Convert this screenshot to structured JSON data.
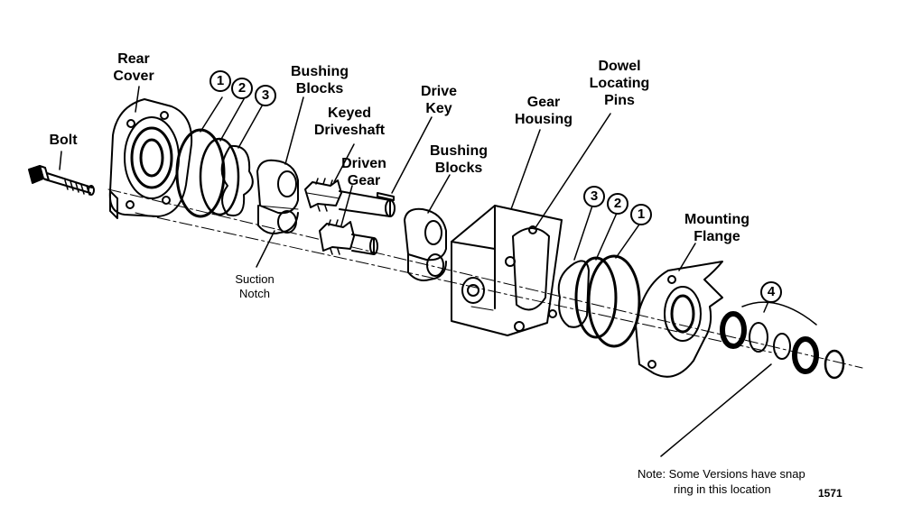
{
  "labels": {
    "rear_cover": [
      "Rear",
      "Cover"
    ],
    "bolt": "Bolt",
    "bushing_blocks_left": [
      "Bushing",
      "Blocks"
    ],
    "keyed_driveshaft": [
      "Keyed",
      "Driveshaft"
    ],
    "driven_gear": [
      "Driven",
      "Gear"
    ],
    "drive_key": [
      "Drive",
      "Key"
    ],
    "bushing_blocks_right": [
      "Bushing",
      "Blocks"
    ],
    "gear_housing": [
      "Gear",
      "Housing"
    ],
    "dowel_pins": [
      "Dowel",
      "Locating",
      "Pins"
    ],
    "mounting_flange": [
      "Mounting",
      "Flange"
    ],
    "suction_notch": [
      "Suction",
      "Notch"
    ]
  },
  "callouts": {
    "left": [
      "1",
      "2",
      "3"
    ],
    "right": [
      "3",
      "2",
      "1"
    ],
    "seal_group": "4"
  },
  "note": {
    "line1": "Note: Some Versions have snap",
    "line2": "ring in this location",
    "figure_number": "1571"
  }
}
